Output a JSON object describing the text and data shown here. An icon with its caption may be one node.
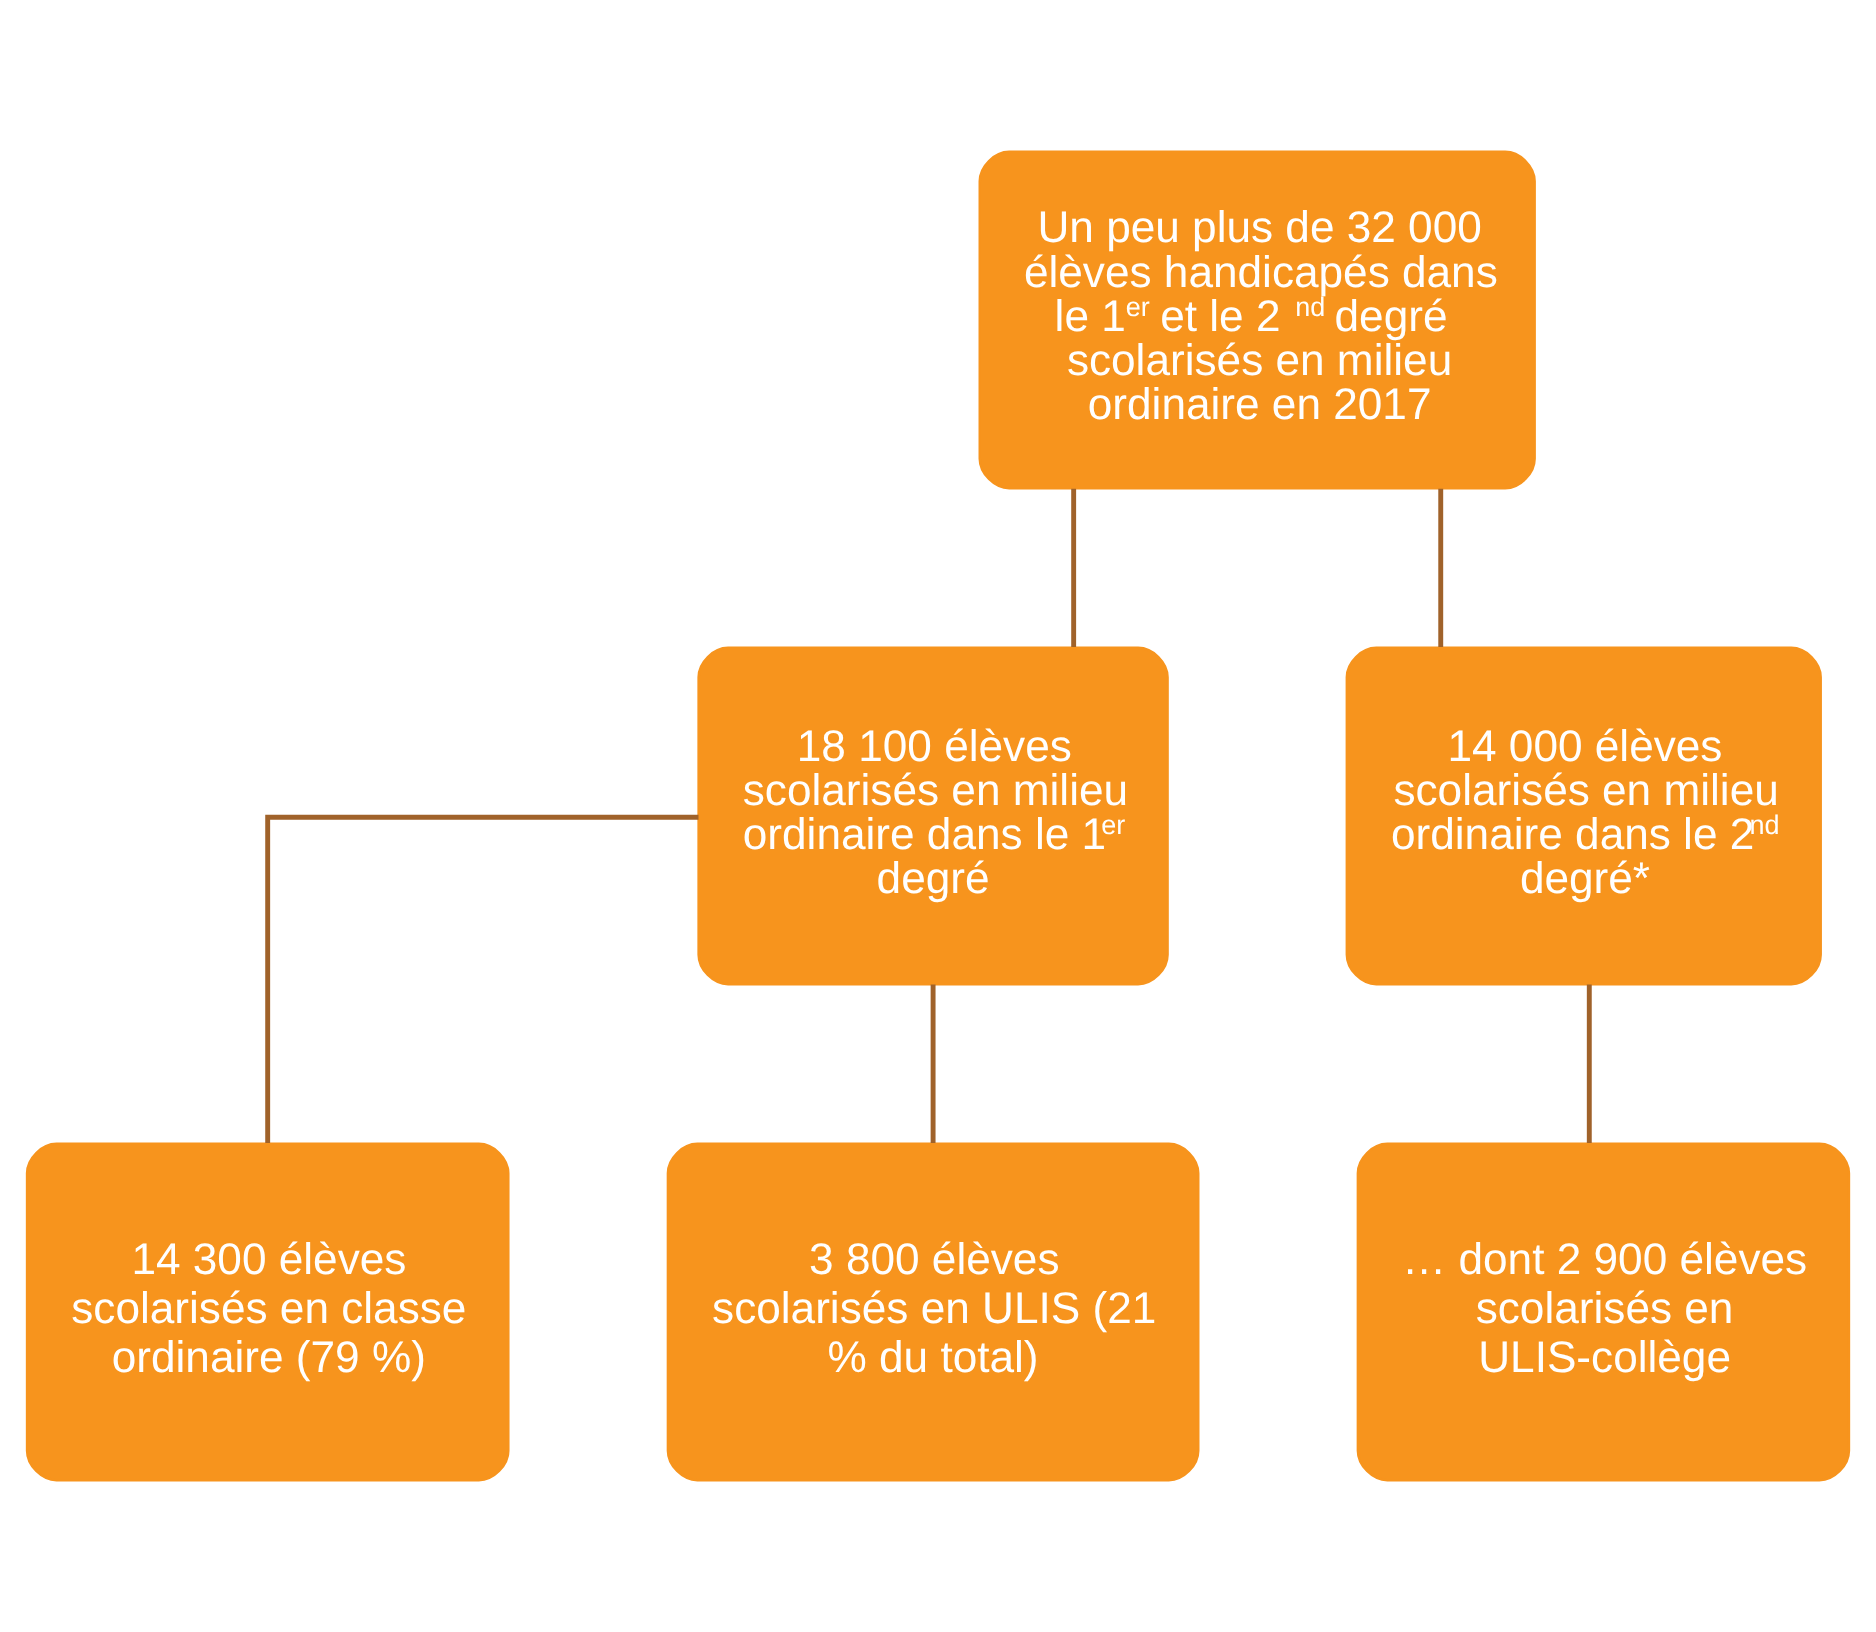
{
  "diagram": {
    "nodes": [
      {
        "text": [
          "Un peu plus de 32 000 élèves handicapés dans le 1$^{er}$ et le 2$^{nd}$ degré scolarisés en milieu ordinaire en 2017"
        ]
      },
      {
        "text": [
          "18 100 élèves scolarisés en milieu ordinaire dans le 1$^{er}$ degré"
        ]
      },
      {
        "text": [
          "14 000 élèves scolarisés en milieu ordinaire dans le 2$^{nd}$ degré*"
        ]
      },
      {
        "text": [
          "14 300 élèves scolarisés en classe ordinaire (79 %)"
        ]
      },
      {
        "text": [
          "3 800 élèves scolarisés en ULIS (21 % du total)"
        ]
      },
      {
        "text": [
          "… dont 2 900 élèves scolarisés en ULIS-collège"
        ]
      }
    ],
    "edges": [
      {
        "from": 0,
        "to": 1,
        "arrow": "none"
      },
      {
        "from": 0,
        "to": 2,
        "arrow": "none"
      },
      {
        "from": 1,
        "to": 3,
        "arrow": "none"
      },
      {
        "from": 1,
        "to": 4,
        "arrow": "none"
      },
      {
        "from": 2,
        "to": 5,
        "arrow": "none"
      }
    ]
  }
}
